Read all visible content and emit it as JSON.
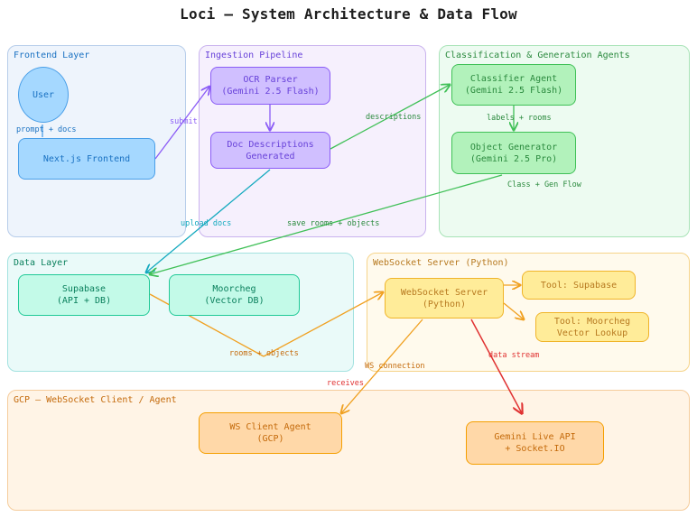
{
  "title": "Loci — System Architecture & Data Flow",
  "colors": {
    "blue_fill": "#a5d8ff",
    "blue_stroke": "#4a9fe8",
    "blue_text": "#1971c2",
    "blue_group_fill": "#eef4fc",
    "blue_group_stroke": "#b7cdea",
    "purple_fill": "#d0bfff",
    "purple_stroke": "#8b5cf6",
    "purple_text": "#6741d9",
    "purple_group_fill": "#f6f0fd",
    "purple_group_stroke": "#c9b3ee",
    "green_fill": "#b2f2bb",
    "green_stroke": "#40c057",
    "green_text": "#2b8a3e",
    "green_group_fill": "#edfbf1",
    "green_group_stroke": "#a8e3b7",
    "teal_fill": "#c3fae8",
    "teal_stroke": "#20c997",
    "teal_text": "#087f5b",
    "teal_group_fill": "#eafaf9",
    "teal_group_stroke": "#a3e2e0",
    "yellow_fill": "#ffec99",
    "yellow_stroke": "#f0b429",
    "yellow_text": "#b7791f",
    "yellow_group_fill": "#fffaed",
    "yellow_group_stroke": "#f6d48a",
    "orange_fill": "#ffd8a8",
    "orange_stroke": "#f59f00",
    "orange_text": "#c46a0b",
    "orange_group_fill": "#fff4e6",
    "orange_group_stroke": "#f5cc9c",
    "arrow_purple": "#8b5cf6",
    "arrow_green": "#40c057",
    "arrow_cyan": "#15aabf",
    "arrow_orange": "#f0a020",
    "arrow_red": "#e03131"
  },
  "groups": {
    "frontend": "Frontend Layer",
    "ingestion": "Ingestion Pipeline",
    "agents": "Classification & Generation Agents",
    "data": "Data Layer",
    "websocket": "WebSocket Server (Python)",
    "gcp": "GCP — WebSocket Client / Agent"
  },
  "nodes": {
    "user": "User",
    "nextjs": "Next.js Frontend",
    "ocr": "OCR Parser\n(Gemini 2.5 Flash)",
    "docdesc": "Doc Descriptions\nGenerated",
    "classifier": "Classifier Agent\n(Gemini 2.5 Flash)",
    "objgen": "Object Generator\n(Gemini 2.5 Pro)",
    "supabase": "Supabase\n(API + DB)",
    "moorcheg": "Moorcheg\n(Vector DB)",
    "wsserver": "WebSocket Server\n(Python)",
    "tool_supabase": "Tool: Supabase",
    "tool_moorcheg": "Tool: Moorcheg\nVector Lookup",
    "wsclient": "WS Client Agent\n(GCP)",
    "gemini_live": "Gemini Live API\n+ Socket.IO"
  },
  "edge_labels": {
    "prompt_docs": "prompt + docs",
    "submit": "submit",
    "descriptions": "descriptions",
    "labels_rooms": "labels + rooms",
    "class_gen_flow": "Class + Gen Flow",
    "upload_docs": "upload docs",
    "save_rooms_objects": "save rooms + objects",
    "rooms_objects": "rooms + objects",
    "ws_connection": "WS connection",
    "receives": "receives",
    "data_stream": "data stream"
  }
}
